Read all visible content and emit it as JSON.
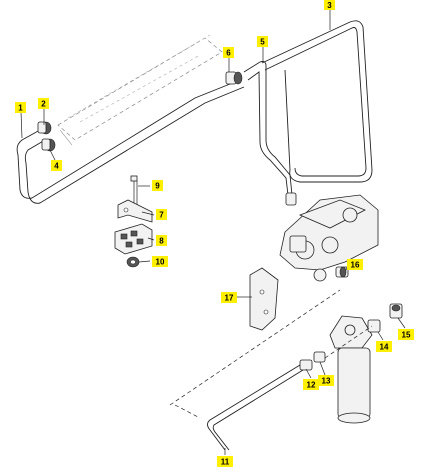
{
  "callouts": [
    {
      "n": "1"
    },
    {
      "n": "2"
    },
    {
      "n": "3"
    },
    {
      "n": "4"
    },
    {
      "n": "5"
    },
    {
      "n": "6"
    },
    {
      "n": "7"
    },
    {
      "n": "8"
    },
    {
      "n": "9"
    },
    {
      "n": "10"
    },
    {
      "n": "11"
    },
    {
      "n": "12"
    },
    {
      "n": "13"
    },
    {
      "n": "14"
    },
    {
      "n": "15"
    },
    {
      "n": "16"
    },
    {
      "n": "17"
    }
  ],
  "colors": {
    "callout_bg": "#ffef00",
    "line": "#222222",
    "part_fill": "#f2f2f2"
  }
}
